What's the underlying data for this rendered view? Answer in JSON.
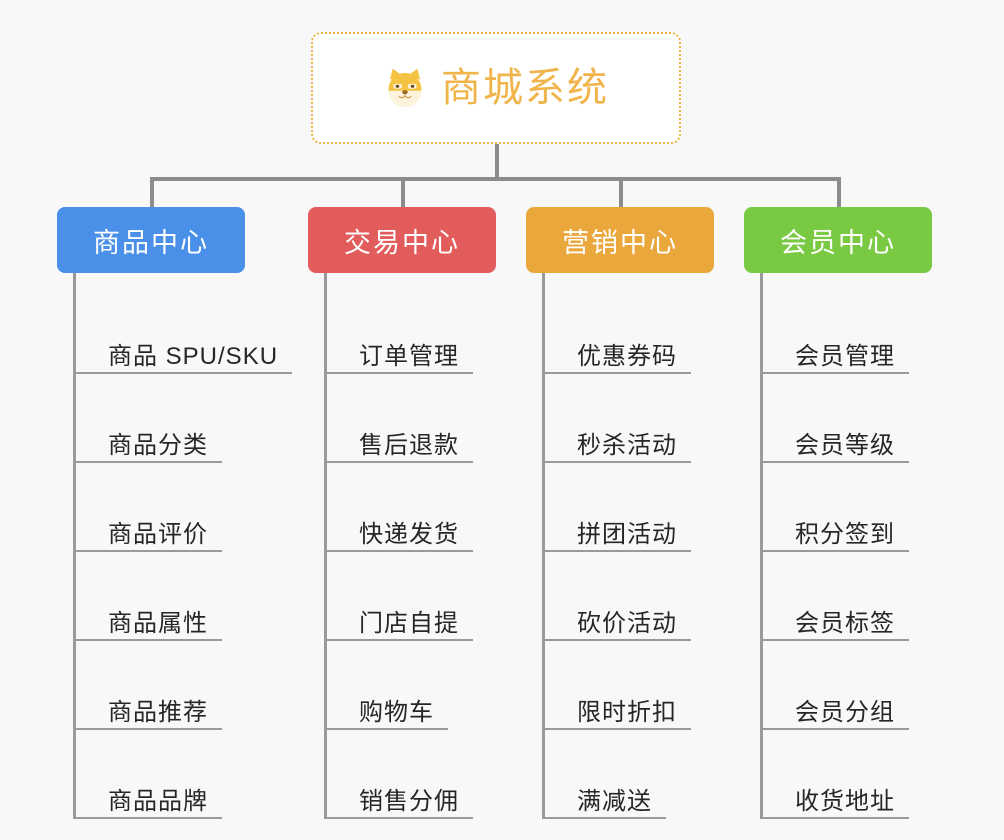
{
  "background": "#f8f8f8",
  "root": {
    "icon": "shiba-dog-face-emoji",
    "title": "商城系统",
    "title_color": "#f0b44a",
    "border_color": "#f0b44a",
    "fill": "#ffffff"
  },
  "connector_color": "#8c8c8c",
  "leaf_rule_color": "#9a9a9a",
  "leaf_text_color": "#262626",
  "columns": [
    {
      "category": "商品中心",
      "color": "#4a90e8",
      "items": [
        "商品 SPU/SKU",
        "商品分类",
        "商品评价",
        "商品属性",
        "商品推荐",
        "商品品牌"
      ]
    },
    {
      "category": "交易中心",
      "color": "#e25c5c",
      "items": [
        "订单管理",
        "售后退款",
        "快递发货",
        "门店自提",
        "购物车",
        "销售分佣"
      ]
    },
    {
      "category": "营销中心",
      "color": "#eaa83c",
      "items": [
        "优惠券码",
        "秒杀活动",
        "拼团活动",
        "砍价活动",
        "限时折扣",
        "满减送"
      ]
    },
    {
      "category": "会员中心",
      "color": "#7ac943",
      "items": [
        "会员管理",
        "会员等级",
        "积分签到",
        "会员标签",
        "会员分组",
        "收货地址"
      ]
    }
  ]
}
